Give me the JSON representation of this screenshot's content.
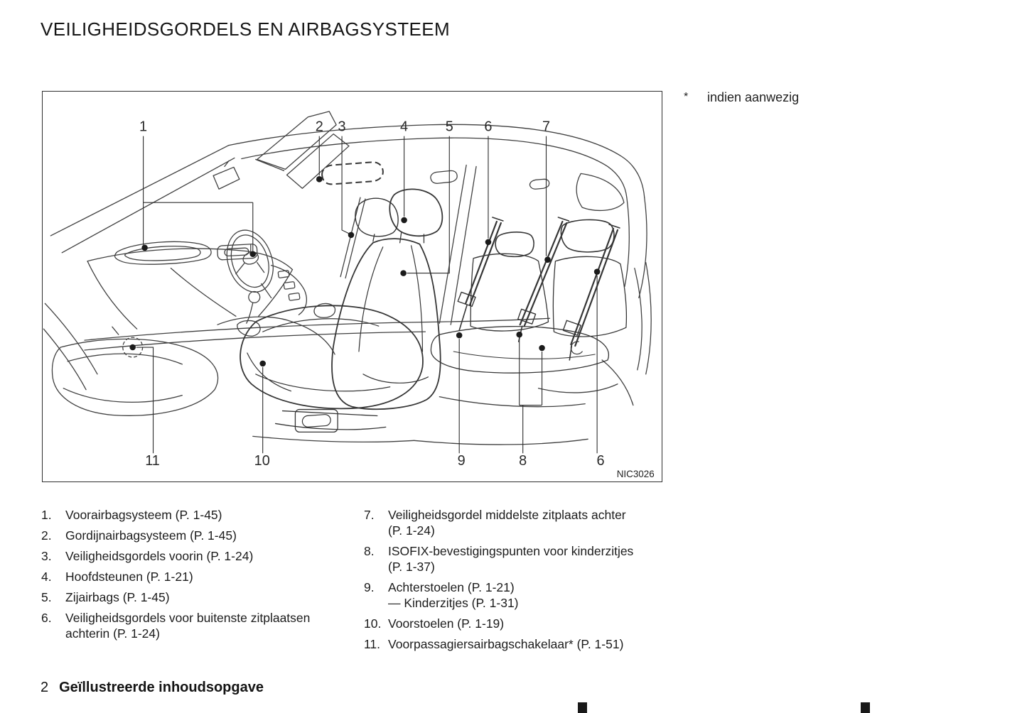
{
  "page": {
    "title": "VEILIGHEIDSGORDELS EN AIRBAGSYSTEEM",
    "footnote": {
      "symbol": "*",
      "text": "indien aanwezig"
    },
    "footer": {
      "chapter_number": "2",
      "chapter_title": "Geïllustreerde inhoudsopgave"
    }
  },
  "figure": {
    "code": "NIC3026",
    "callouts_top": [
      "1",
      "2",
      "3",
      "4",
      "5",
      "6",
      "7"
    ],
    "callouts_bottom": [
      "11",
      "10",
      "9",
      "8",
      "6"
    ]
  },
  "legend": {
    "left": [
      {
        "num": "1.",
        "lines": [
          "Voorairbagsysteem (P. 1-45)"
        ]
      },
      {
        "num": "2.",
        "lines": [
          "Gordijnairbagsysteem (P. 1-45)"
        ]
      },
      {
        "num": "3.",
        "lines": [
          "Veiligheidsgordels voorin (P. 1-24)"
        ]
      },
      {
        "num": "4.",
        "lines": [
          "Hoofdsteunen (P. 1-21)"
        ]
      },
      {
        "num": "5.",
        "lines": [
          "Zijairbags (P. 1-45)"
        ]
      },
      {
        "num": "6.",
        "lines": [
          "Veiligheidsgordels voor buitenste zitplaatsen",
          "achterin (P. 1-24)"
        ]
      }
    ],
    "right": [
      {
        "num": "7.",
        "lines": [
          "Veiligheidsgordel middelste zitplaats achter",
          "(P. 1-24)"
        ]
      },
      {
        "num": "8.",
        "lines": [
          "ISOFIX-bevestigingspunten voor kinderzitjes",
          "(P. 1-37)"
        ]
      },
      {
        "num": "9.",
        "lines": [
          "Achterstoelen (P. 1-21)",
          "— Kinderzitjes (P. 1-31)"
        ]
      },
      {
        "num": "10.",
        "lines": [
          "Voorstoelen (P. 1-19)"
        ]
      },
      {
        "num": "11.",
        "lines": [
          "Voorpassagiersairbagschakelaar* (P. 1-51)"
        ]
      }
    ]
  },
  "colors": {
    "text": "#1a1a1a",
    "line_art": "#3f3f3f",
    "tab": "#191919"
  }
}
